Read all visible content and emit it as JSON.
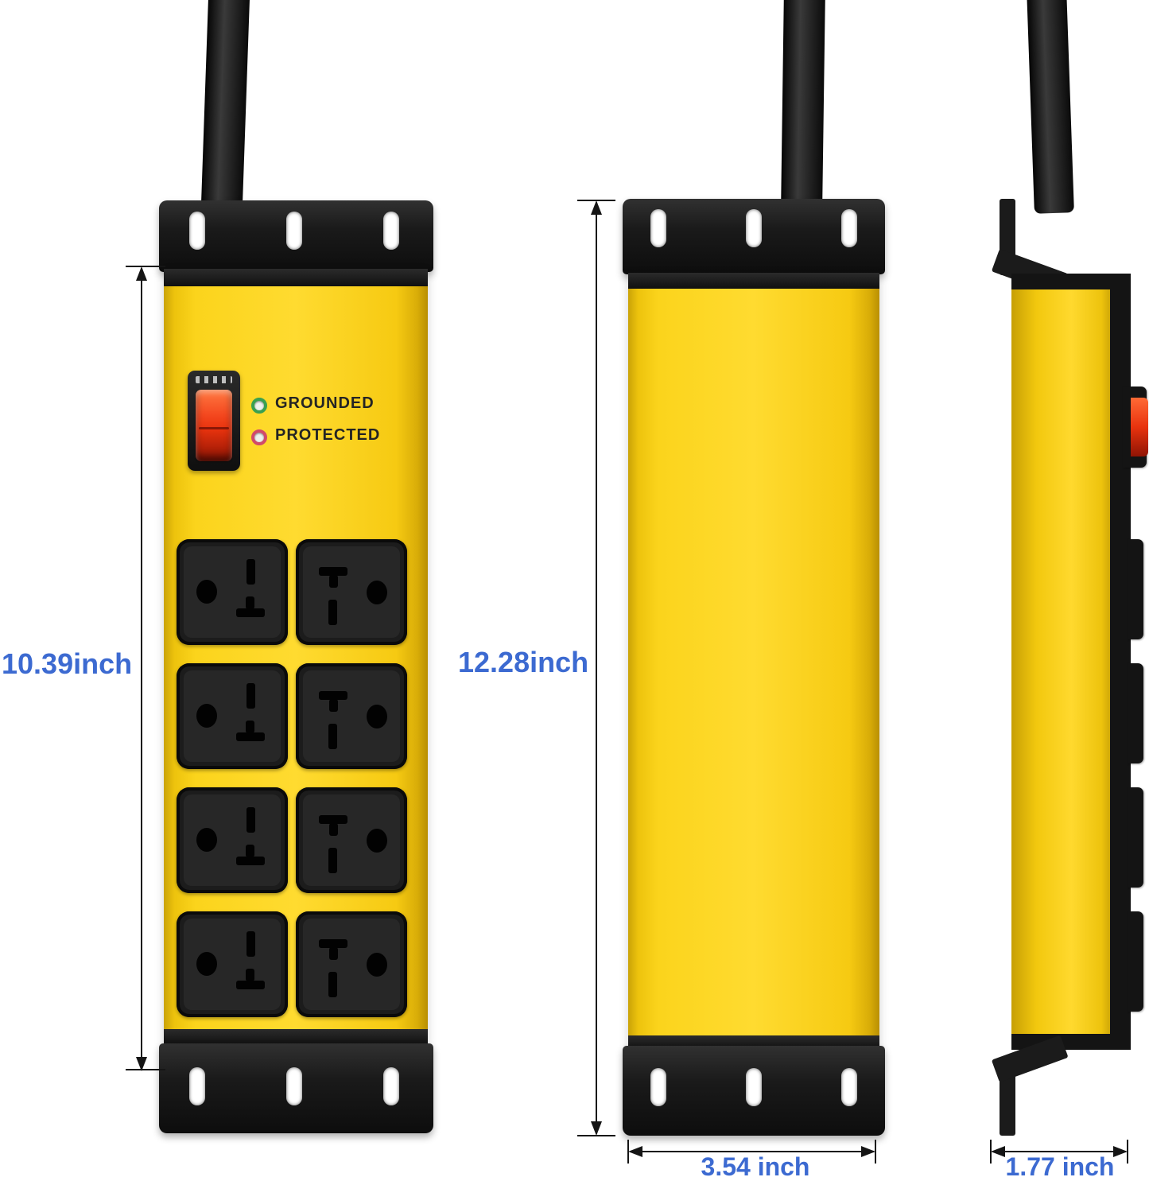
{
  "product": {
    "views": [
      "front",
      "back",
      "side"
    ],
    "outlet_count": 8,
    "indicators": [
      {
        "id": "grounded",
        "label": "GROUNDED",
        "led": "green"
      },
      {
        "id": "protected",
        "label": "PROTECTED",
        "led": "red"
      }
    ]
  },
  "dimensions": {
    "body_height": "10.39inch",
    "overall_height": "12.28inch",
    "width": "3.54 inch",
    "depth": "1.77 inch"
  },
  "colors": {
    "body-yellow": "#f8cf12",
    "metal-black": "#181818",
    "dimension-blue": "#3c6ad1",
    "switch-red": "#e8330e",
    "led-green": "#3aa050",
    "led-red": "#d14a6a"
  }
}
